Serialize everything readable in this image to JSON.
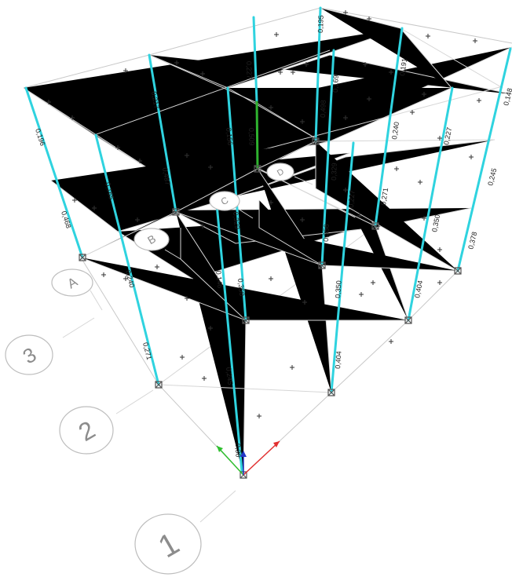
{
  "grid_labels": {
    "letters": [
      "A",
      "B",
      "C",
      "D"
    ],
    "numbers": [
      "1",
      "2",
      "3"
    ]
  },
  "column_ratios": [
    "0,196",
    "0,468",
    "0,165",
    "0,240",
    "0,271",
    "0,217",
    "0,487",
    "0,227",
    "0,156",
    "0,329",
    "0,146",
    "0,358",
    "0,245",
    "0,509",
    "0,195",
    "0,498",
    "0,169",
    "0,329",
    "0,356",
    "0,350",
    "0,404",
    "0,227",
    "0,191",
    "0,240",
    "0,271",
    "0,227",
    "0,350",
    "0,404",
    "0,148",
    "0,245",
    "0,378",
    "0,36"
  ],
  "axes": {
    "x_color": "#e23030",
    "y_color": "#2fbf2f",
    "z_color": "#2336c8"
  },
  "colors": {
    "column": "#2fd3df",
    "column_highlight": "#2fb32f",
    "grid": "#c8c8c8"
  }
}
